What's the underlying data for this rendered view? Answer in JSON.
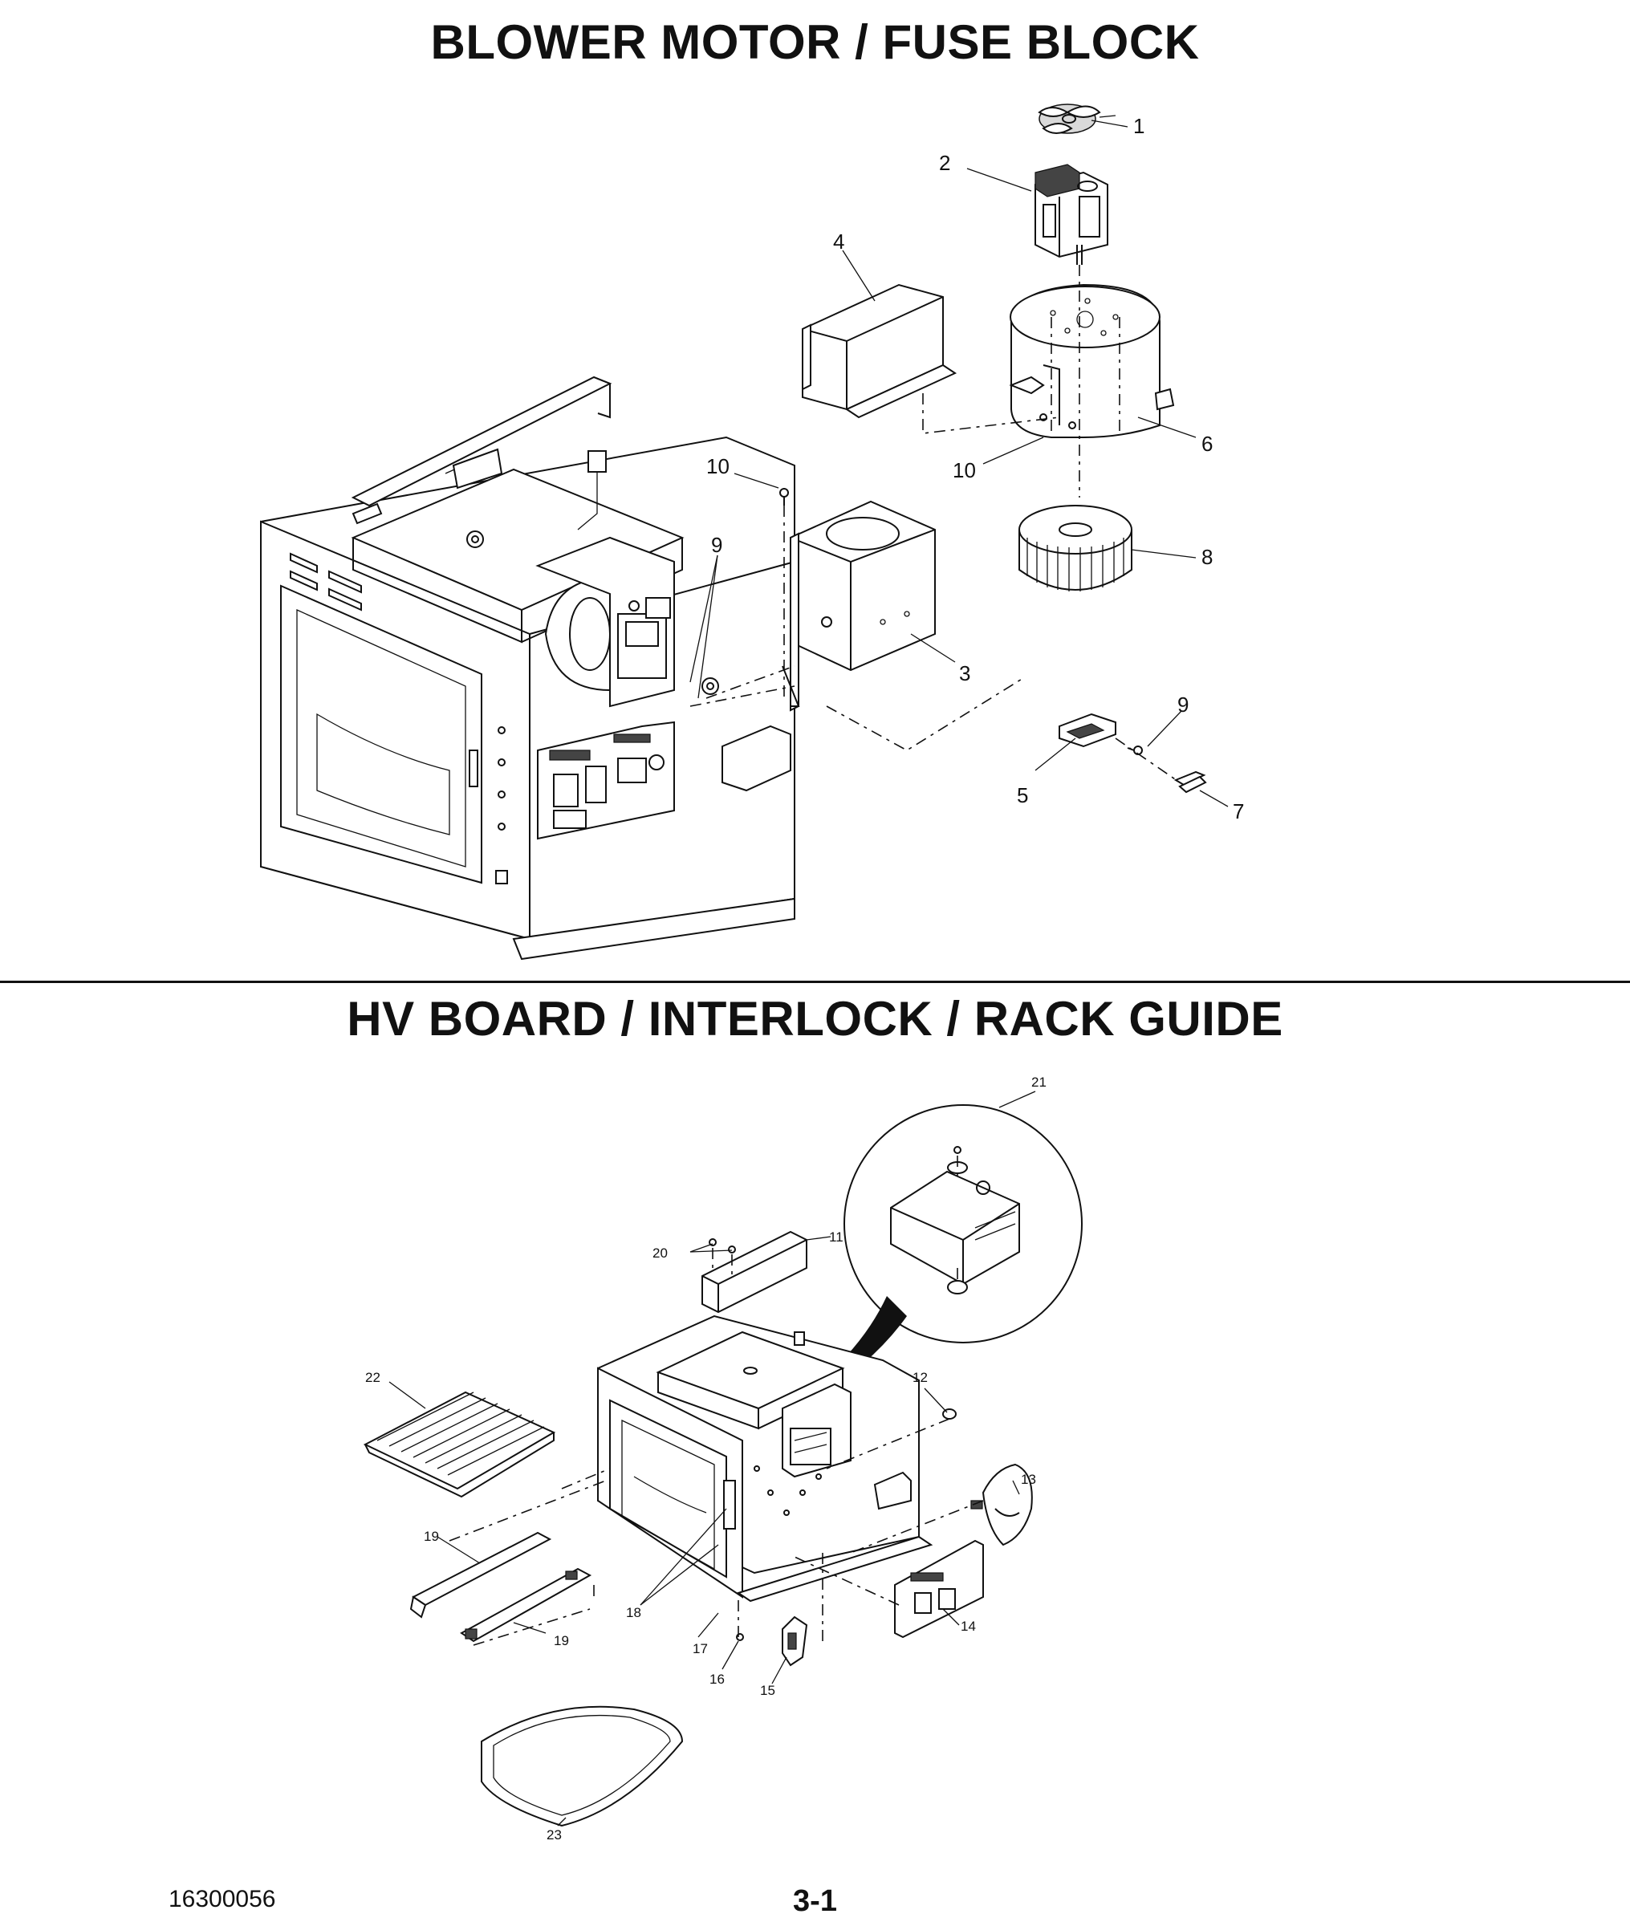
{
  "sections": {
    "top_title": "BLOWER MOTOR / FUSE BLOCK",
    "bottom_title": "HV BOARD / INTERLOCK / RACK GUIDE"
  },
  "callouts_top": {
    "c1": "1",
    "c2": "2",
    "c3": "3",
    "c4": "4",
    "c5": "5",
    "c6": "6",
    "c7": "7",
    "c8": "8",
    "c9a": "9",
    "c9b": "9",
    "c10a": "10",
    "c10b": "10"
  },
  "callouts_bottom": {
    "c11": "11",
    "c12": "12",
    "c13": "13",
    "c14": "14",
    "c15": "15",
    "c16": "16",
    "c17": "17",
    "c18": "18",
    "c19a": "19",
    "c19b": "19",
    "c20": "20",
    "c21": "21",
    "c22": "22",
    "c23": "23"
  },
  "footer": {
    "doc_number": "16300056",
    "page_number": "3-1"
  }
}
